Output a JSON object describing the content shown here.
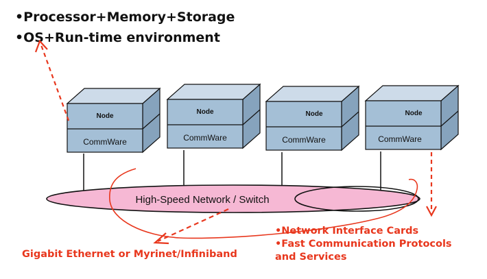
{
  "bullets": [
    "•Processor+Memory+Storage",
    "•OS+Run-time environment"
  ],
  "nodes": [
    {
      "node_label": "Node",
      "comm_label": "CommWare"
    },
    {
      "node_label": "Node",
      "comm_label": "CommWare"
    },
    {
      "node_label": "Node",
      "comm_label": "CommWare"
    },
    {
      "node_label": "Node",
      "comm_label": "CommWare"
    }
  ],
  "network_label": "High-Speed Network / Switch",
  "annotations": {
    "gigabit": "Gigabit Ethernet or Myrinet/Infiniband",
    "nic": "•Network Interface Cards",
    "protocols_line1": "•Fast Communication Protocols",
    "protocols_line2": "and Services"
  },
  "colors": {
    "box_front": "#a4bfd6",
    "box_top": "#cddbe9",
    "box_side": "#86a3bd",
    "network_fill": "#f6b8d4",
    "annotation": "#e8371d"
  }
}
